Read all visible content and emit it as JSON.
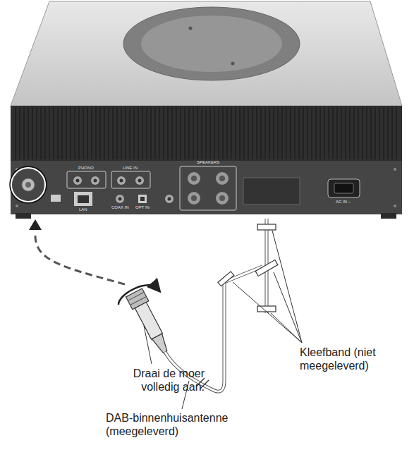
{
  "diagram": {
    "labels": [
      "PHONO",
      "LINE IN",
      "SPEAKERS",
      "AC IN ~",
      "LAN",
      "COAX IN",
      "OPT IN",
      "Draai de moer volledig aan.",
      "Kleefband (niet meegeleverd)",
      "DAB-binnenhuisantenne (meegeleverd)"
    ]
  }
}
